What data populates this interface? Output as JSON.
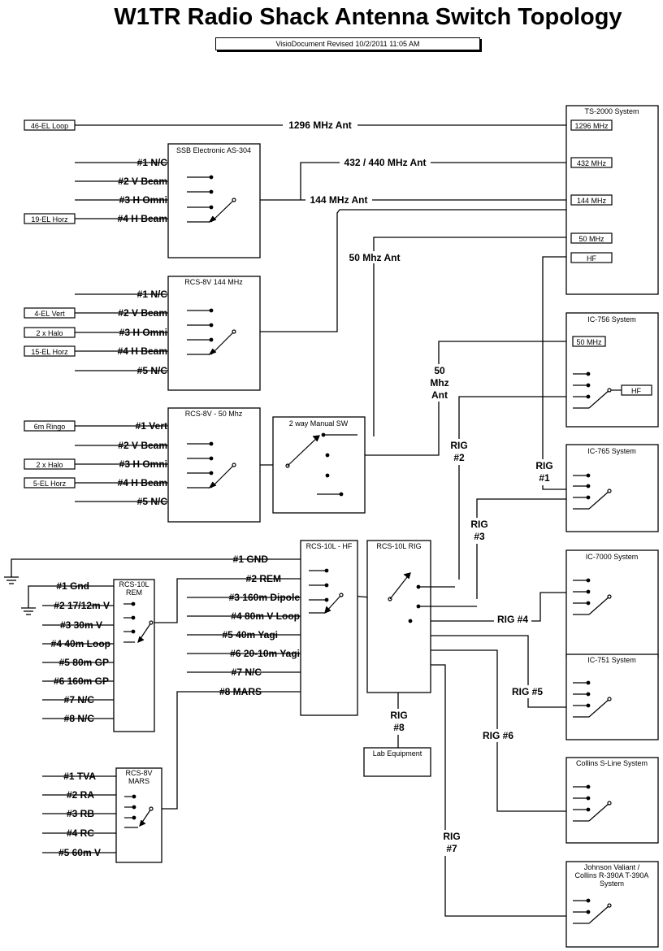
{
  "title": "W1TR Radio Shack Antenna Switch Topology",
  "revision": "VisioDocument Revised 10/2/2011 11:05 AM",
  "antennas": {
    "loop46": "46-EL Loop",
    "horz19": "19-EL Horz",
    "vert4": "4-EL Vert",
    "halo2_a": "2 x Halo",
    "horz15": "15-EL Horz",
    "ringo6m": "6m Ringo",
    "halo2_b": "2 x Halo",
    "horz5": "5-EL Horz"
  },
  "lines": {
    "ant1296": "1296 MHz Ant",
    "ant432": "432 / 440 MHz Ant",
    "ant144": "144 MHz Ant",
    "ant50": "50 Mhz Ant",
    "ant50b_1": "50",
    "ant50b_2": "Mhz",
    "ant50b_3": "Ant",
    "rig2_1": "RIG",
    "rig2_2": "#2",
    "rig1_1": "RIG",
    "rig1_2": "#1",
    "rig3_1": "RIG",
    "rig3_2": "#3",
    "rig4": "RIG #4",
    "rig5": "RIG #5",
    "rig6": "RIG #6",
    "rig7_1": "RIG",
    "rig7_2": "#7",
    "rig8_1": "RIG",
    "rig8_2": "#8"
  },
  "switches": {
    "ssb": {
      "title": "SSB Electronic AS-304",
      "ports": [
        "#1 N/C",
        "#2 V Beam",
        "#3 H Omni",
        "#4 H Beam"
      ]
    },
    "rcs144": {
      "title": "RCS-8V 144 MHz",
      "ports": [
        "#1 N/C",
        "#2 V Beam",
        "#3 H Omni",
        "#4 H Beam",
        "#5 N/C"
      ]
    },
    "rcs50": {
      "title": "RCS-8V - 50 Mhz",
      "ports": [
        "#1 Vert",
        "#2 V Beam",
        "#3 H Omni",
        "#4 H Beam",
        "#5 N/C"
      ]
    },
    "manual": {
      "title": "2 way Manual SW"
    },
    "rcs10hf": {
      "title": "RCS-10L - HF",
      "ports": [
        "#1 GND",
        "#2 REM",
        "#3 160m Dipole",
        "#4 80m V Loop",
        "#5 40m Yagi",
        "#6 20-10m Yagi",
        "#7 N/C",
        "#8 MARS"
      ]
    },
    "rcs10rig": {
      "title": "RCS-10L RIG"
    },
    "rem": {
      "title_1": "RCS-10L",
      "title_2": "REM",
      "ports": [
        "#1 Gnd",
        "#2 17/12m V",
        "#3 30m V",
        "#4 40m Loop",
        "#5 80m GP",
        "#6 160m GP",
        "#7 N/C",
        "#8 N/C"
      ]
    },
    "mars": {
      "title_1": "RCS-8V",
      "title_2": "MARS",
      "ports": [
        "#1 TVA",
        "#2 RA",
        "#3 RB",
        "#4 RC",
        "#5 60m V"
      ]
    }
  },
  "radios": {
    "ts2000": {
      "title": "TS-2000 System",
      "ports": [
        "1296 MHz",
        "432 MHz",
        "144 MHz",
        "50 MHz",
        "HF"
      ]
    },
    "ic756": {
      "title": "IC-756 System",
      "ports": [
        "50 MHz",
        "HF"
      ]
    },
    "ic765": {
      "title": "IC-765 System"
    },
    "ic7000": {
      "title": "IC-7000 System"
    },
    "ic751": {
      "title": "IC-751 System"
    },
    "collins": {
      "title": "Collins S-Line System"
    },
    "johnson": {
      "title_1": "Johnson Valiant /",
      "title_2": "Collins R-390A T-390A",
      "title_3": "System"
    },
    "lab": {
      "title": "Lab Equipment"
    }
  }
}
